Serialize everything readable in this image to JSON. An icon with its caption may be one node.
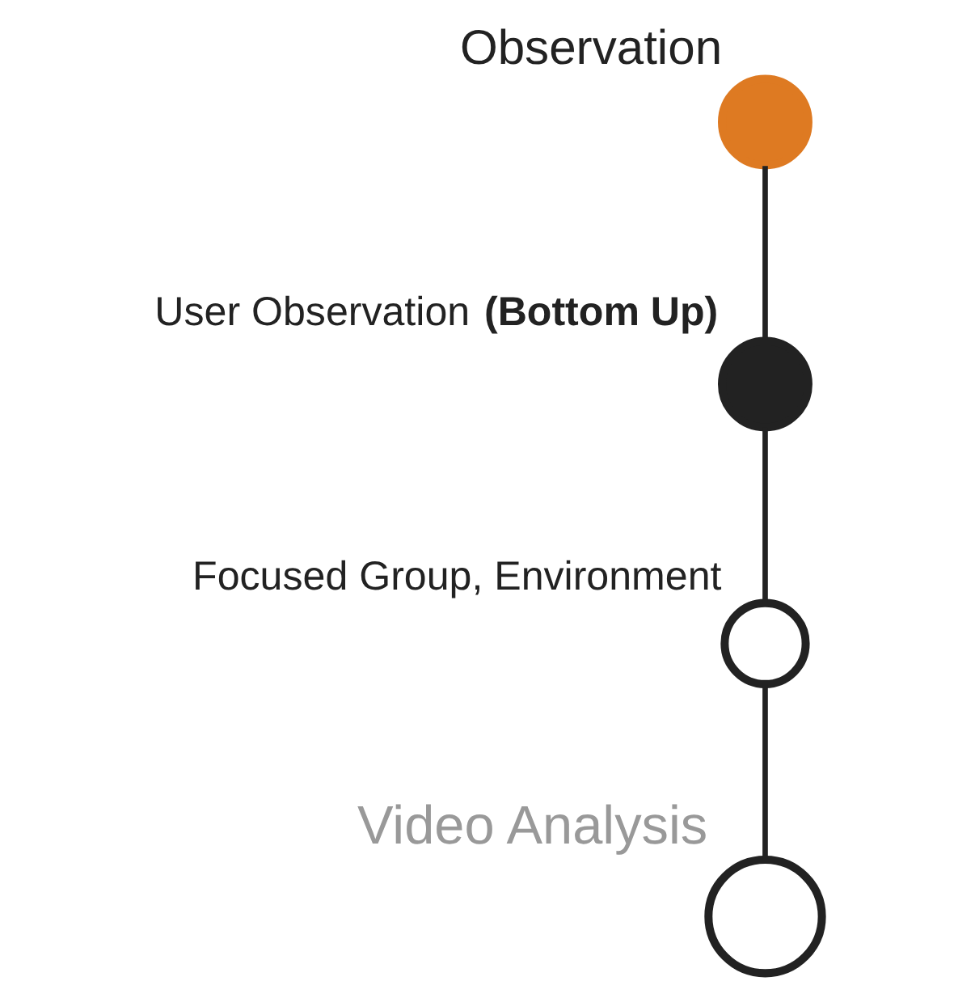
{
  "diagram": {
    "nodes": [
      {
        "text": [
          "Observation"
        ]
      },
      {
        "text": [
          "User Observation **(Bottom Up)**"
        ]
      },
      {
        "text": [
          "Focused Group, Environment"
        ]
      },
      {
        "text": [
          "Video Analysis"
        ]
      }
    ],
    "edges": [
      {
        "from": 0,
        "to": 1,
        "arrow": "none"
      },
      {
        "from": 1,
        "to": 2,
        "arrow": "none"
      },
      {
        "from": 2,
        "to": 3,
        "arrow": "none"
      }
    ]
  }
}
